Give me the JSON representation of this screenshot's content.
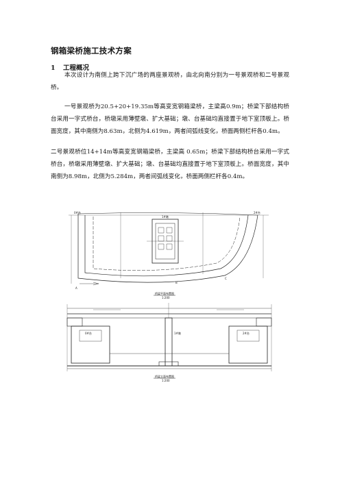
{
  "document": {
    "title": "钢箱梁桥施工技术方案",
    "section": {
      "number": "1",
      "heading": "工程概况"
    },
    "paragraphs": [
      "本次设计为南侧上跨下沉广场的两座景观桥，由北向南分别为一号景观桥和二号景观桥。",
      "一号景观桥为20.5+20+19.35m等高变宽钢箱梁桥，主梁高0.9m；桥梁下部结构桥台采用一字式桥台，桥墩采用薄壁墩、扩大基础；墩、台基础均直接置于地下室顶板上。桥面宽度，其中南侧为8.63m，北侧为4.619m，两者间弧线变化，桥面两侧栏杆各0.4m。",
      "二号景观桥位14+14m等高变宽钢箱梁桥，主梁高 0.65m；桥梁下部结构桥台采用一字式桥台，桥墩采用薄壁墩、扩大基础；墩、台基础均直接置于地下室顶板上。桥面宽度，其中南侧为8.98m，北侧为5.284m，两者间弧线变化，桥面两侧栏杆各0.4m。"
    ]
  },
  "drawing": {
    "plan_title": "桥梁平面布置图",
    "plan_scale": "1:200",
    "elevation_title": "桥梁立面布置图",
    "elevation_scale": "1:200",
    "pier_labels": [
      "0#台",
      "1#墩",
      "2#台"
    ],
    "mark_labels": [
      "A",
      "B",
      "C"
    ]
  }
}
